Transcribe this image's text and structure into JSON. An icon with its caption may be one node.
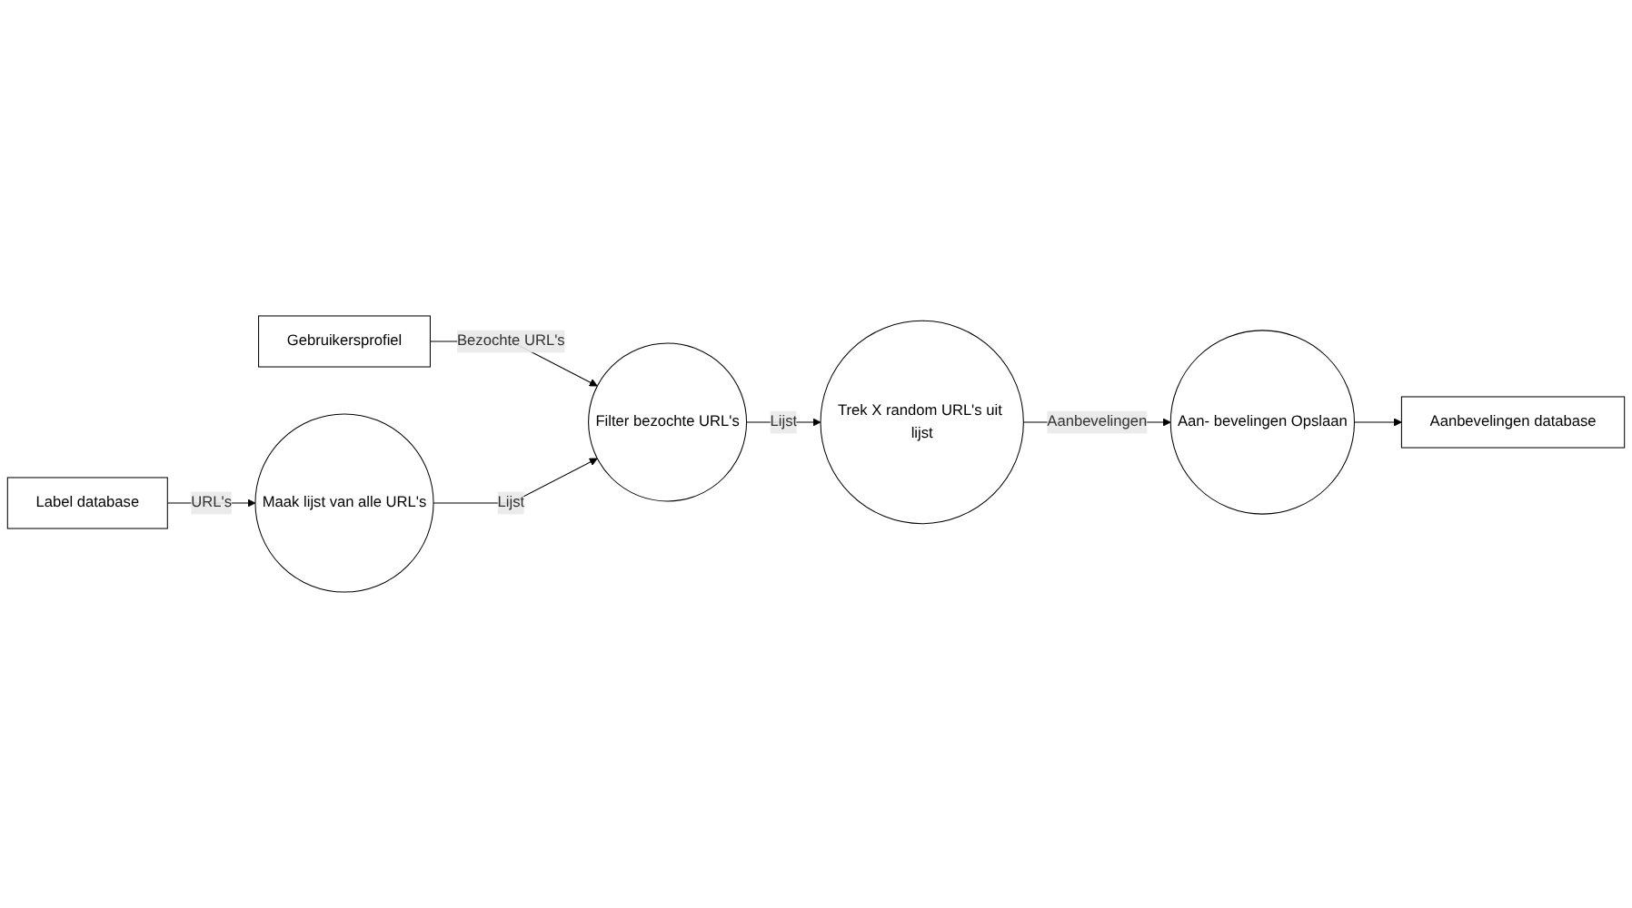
{
  "diagram": {
    "nodes": [
      {
        "text": [
          "Gebruikersprofiel"
        ]
      },
      {
        "text": [
          "Label database"
        ]
      },
      {
        "text": [
          "Filter bezochte URL's"
        ]
      },
      {
        "text": [
          "Trek X random URL's uit lijst"
        ]
      },
      {
        "text": [
          "Aan- bevelingen Opslaan"
        ]
      },
      {
        "text": [
          "Maak lijst van alle URL's"
        ]
      },
      {
        "text": [
          "Aanbevelingen database"
        ]
      }
    ],
    "edges": [
      {
        "from": 0,
        "to": 2,
        "arrow": "to",
        "label": "Bezochte URL's"
      },
      {
        "from": 1,
        "to": 5,
        "arrow": "to",
        "label": "URL's"
      },
      {
        "from": 5,
        "to": 2,
        "arrow": "to",
        "label": "Lijst"
      },
      {
        "from": 2,
        "to": 3,
        "arrow": "to",
        "label": "Lijst"
      },
      {
        "from": 3,
        "to": 4,
        "arrow": "to",
        "label": "Aanbevelingen"
      },
      {
        "from": 4,
        "to": 6,
        "arrow": "to"
      }
    ]
  }
}
